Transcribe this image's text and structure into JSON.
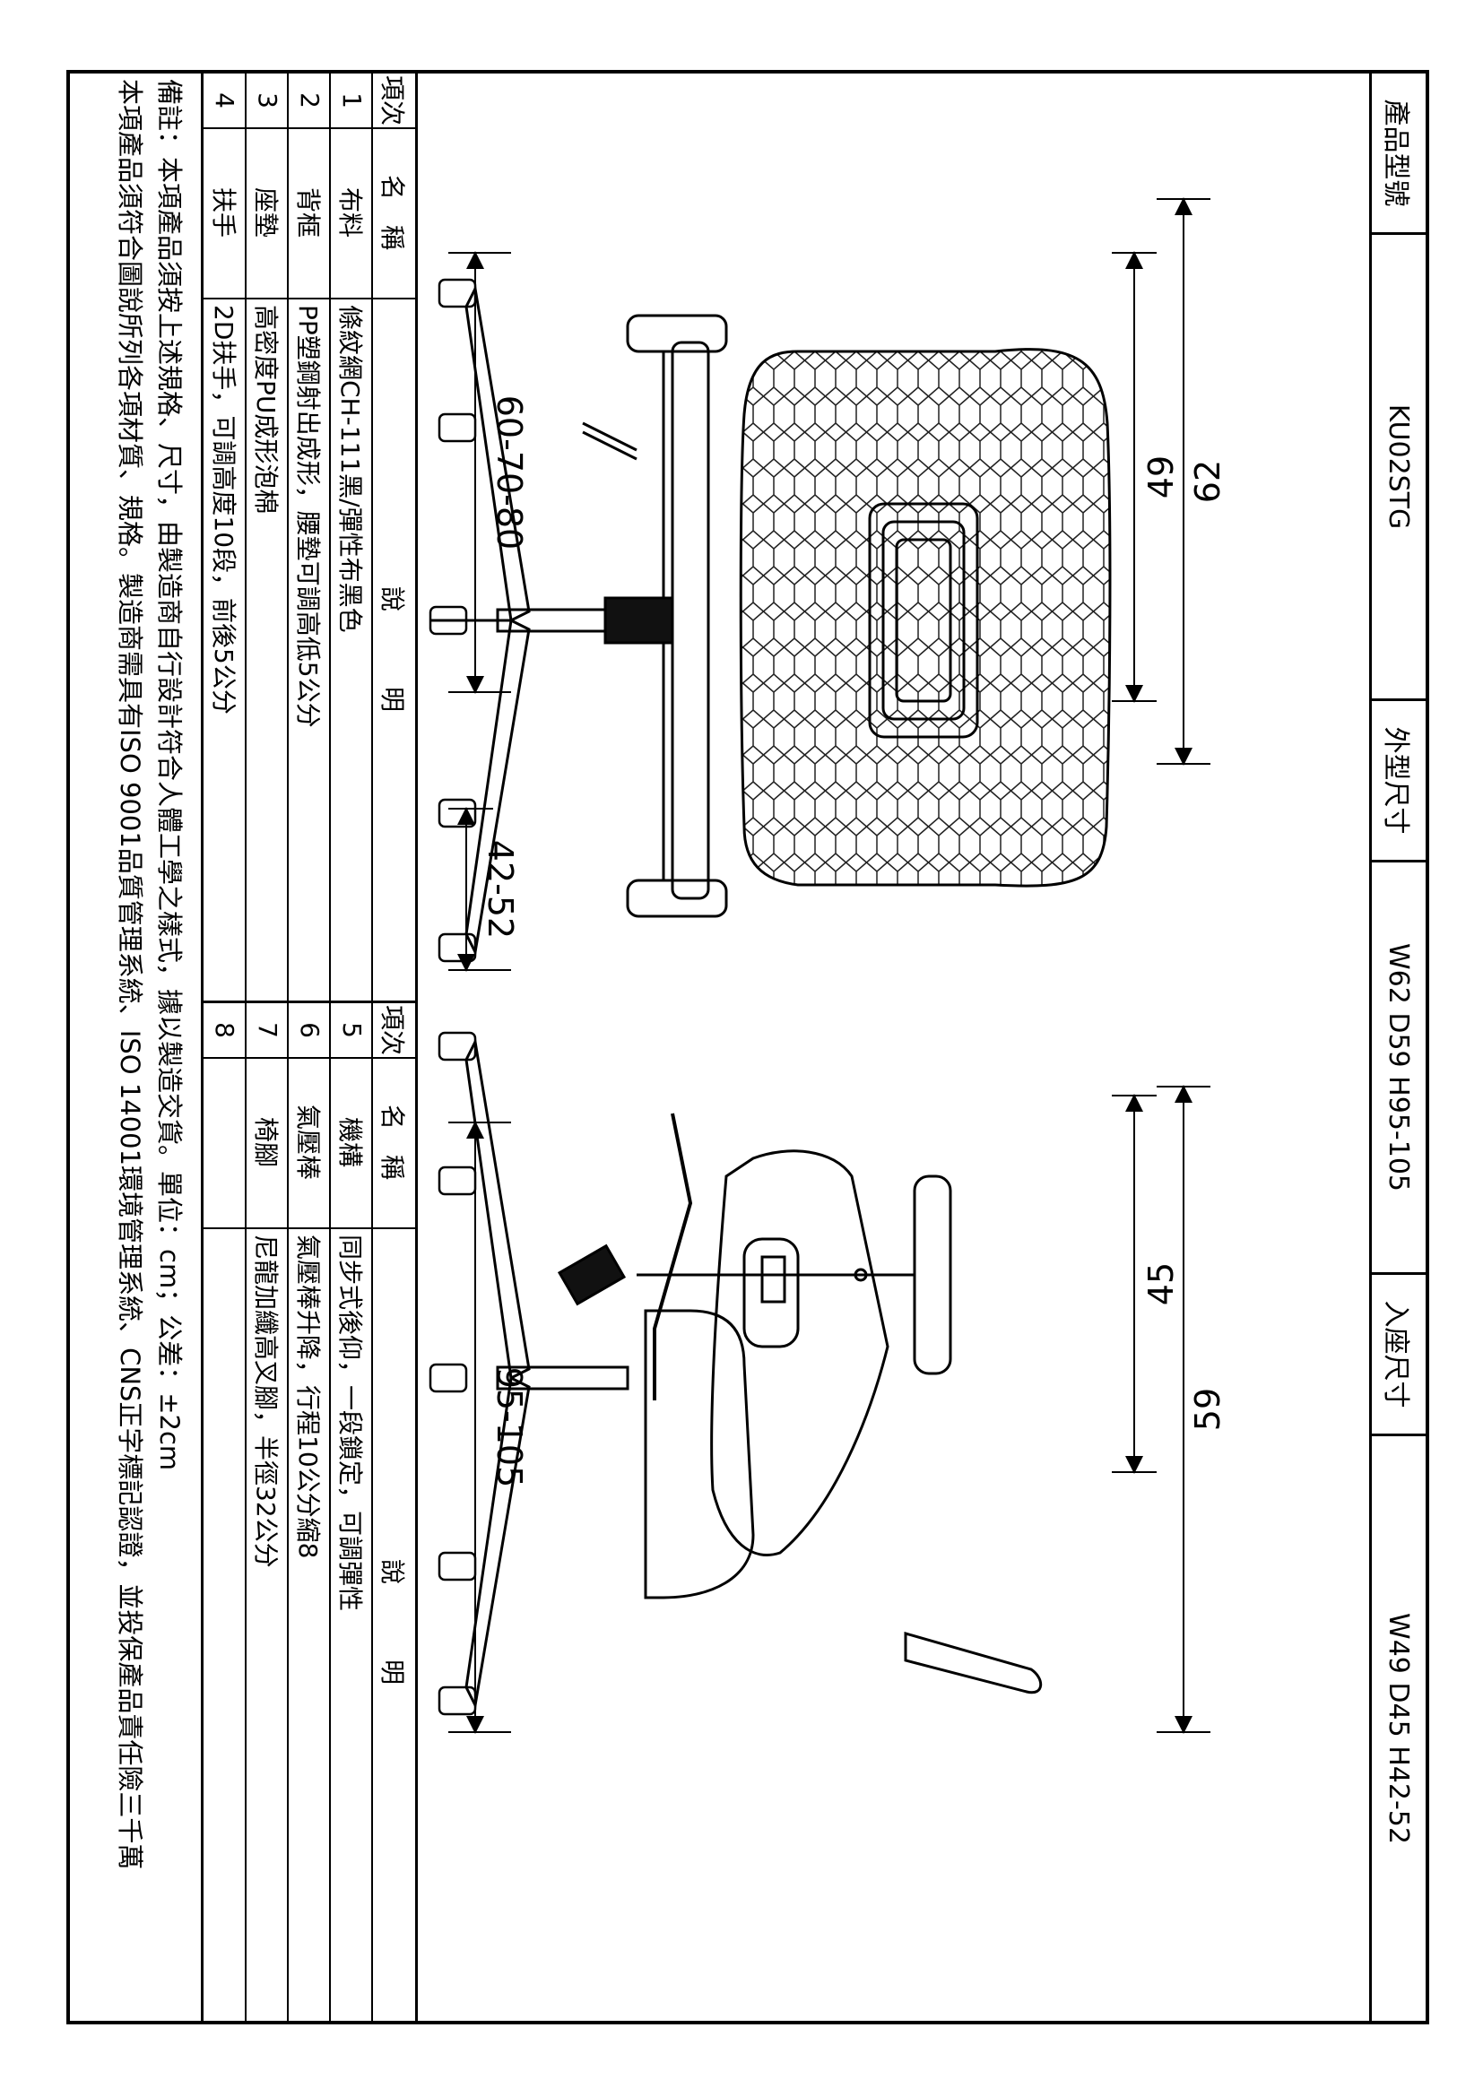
{
  "title_block": {
    "model_label": "產品型號",
    "model_value": "KU02STG",
    "outer_label": "外型尺寸",
    "outer_value": "W62 D59 H95-105",
    "seat_label": "入座尺寸",
    "seat_value": "W49 D45 H42-52"
  },
  "dimensions": {
    "front_width": "60-70-80",
    "front_height_outer": "62",
    "front_height_inner": "49",
    "front_seat_range": "42-52",
    "side_height_outer": "59",
    "side_height_inner": "45",
    "side_total_height": "95-105"
  },
  "table": {
    "headers": {
      "item": "項次",
      "name": "名　稱",
      "desc": "說　　　明"
    },
    "left_rows": [
      {
        "no": "1",
        "name": "布料",
        "desc": "條紋網CH-111黑/彈性布黑色"
      },
      {
        "no": "2",
        "name": "背框",
        "desc": "PP塑鋼射出成形，腰墊可調高低5公分"
      },
      {
        "no": "3",
        "name": "座墊",
        "desc": "高密度PU成形泡棉"
      },
      {
        "no": "4",
        "name": "扶手",
        "desc": "2D扶手，可調高度10段，前後5公分"
      }
    ],
    "right_rows": [
      {
        "no": "5",
        "name": "機構",
        "desc": "同步式後仰，一段鎖定，可調彈性"
      },
      {
        "no": "6",
        "name": "氣壓棒",
        "desc": "氣壓棒升降，行程10公分縮8"
      },
      {
        "no": "7",
        "name": "椅腳",
        "desc": "尼龍加纖高叉腳，半徑32公分"
      },
      {
        "no": "8",
        "name": "",
        "desc": ""
      }
    ]
  },
  "notes": {
    "line1": "備註：本項產品須按上述規格、尺寸，由製造商自行設計符合人體工學之樣式，據以製造交貨。單位：cm；公差：±2cm",
    "line2": "本項產品須符合圖說所列各項材質、規格。製造商需具有ISO 9001品質管理系統、ISO 14001環境管理系統、CNS正字標記認證，並投保產品責任險三千萬"
  }
}
